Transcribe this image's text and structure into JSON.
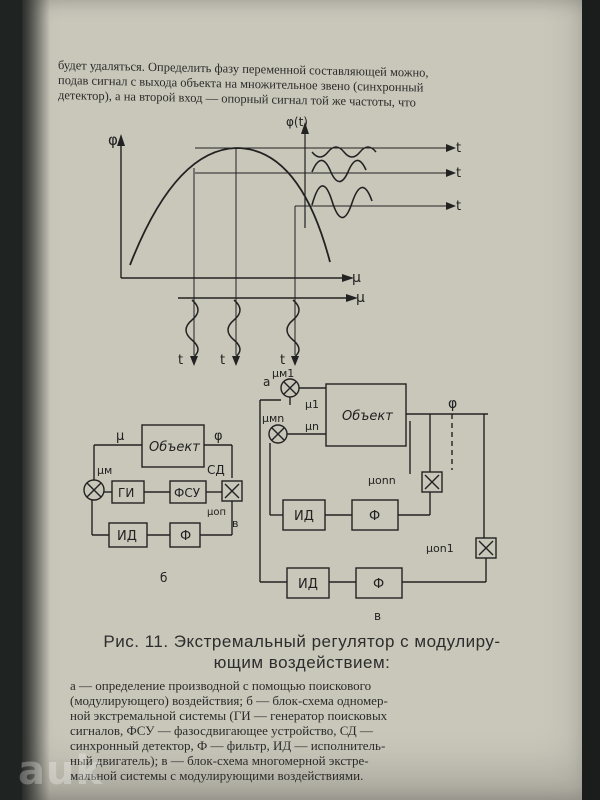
{
  "top_text": [
    "будет удаляться. Определить фазу переменной составляющей можно,",
    "подав сигнал с выхода объекта на множительное звено (синхронный",
    "детектор), а на второй вход — опорный сигнал той же частоты, что"
  ],
  "fig_a": {
    "phi": "φ",
    "phi_t": "φ(t)",
    "t": "t",
    "mu": "μ",
    "label": "a"
  },
  "fig_b": {
    "mu": "μ",
    "phi": "φ",
    "object": "Объект",
    "mu_m": "μм",
    "sd": "СД",
    "gi": "ГИ",
    "fsu": "ФСУ",
    "mu_on": "μоп",
    "id": "ИД",
    "f": "Ф",
    "label": "б",
    "v": "в"
  },
  "fig_v": {
    "object": "Объект",
    "phi": "φ",
    "mu_m1": "μм1",
    "mu_mn": "μмn",
    "mu_1": "μ1",
    "mu_n": "μn",
    "mu_onn": "μonn",
    "mu_on1": "μon1",
    "id": "ИД",
    "f": "Ф",
    "label": "в"
  },
  "caption": {
    "line1": "Рис. 11. Экстремальный регулятор с модулиру-",
    "line2": "ющим воздействием:"
  },
  "legend": [
    "а — определение производной с помощью поискового",
    "(модулирующего) воздействия; б — блок-схема одномер-",
    "ной экстремальной системы (ГИ — генератор поисковых",
    "сигналов, ФСУ — фазосдвигающее устройство, СД —",
    "синхронный детектор, Ф — фильтр, ИД — исполнитель-",
    "ный двигатель); в — блок-схема многомерной экстре-",
    "мальной системы с модулирующими воздействиями."
  ],
  "watermark": "auk"
}
